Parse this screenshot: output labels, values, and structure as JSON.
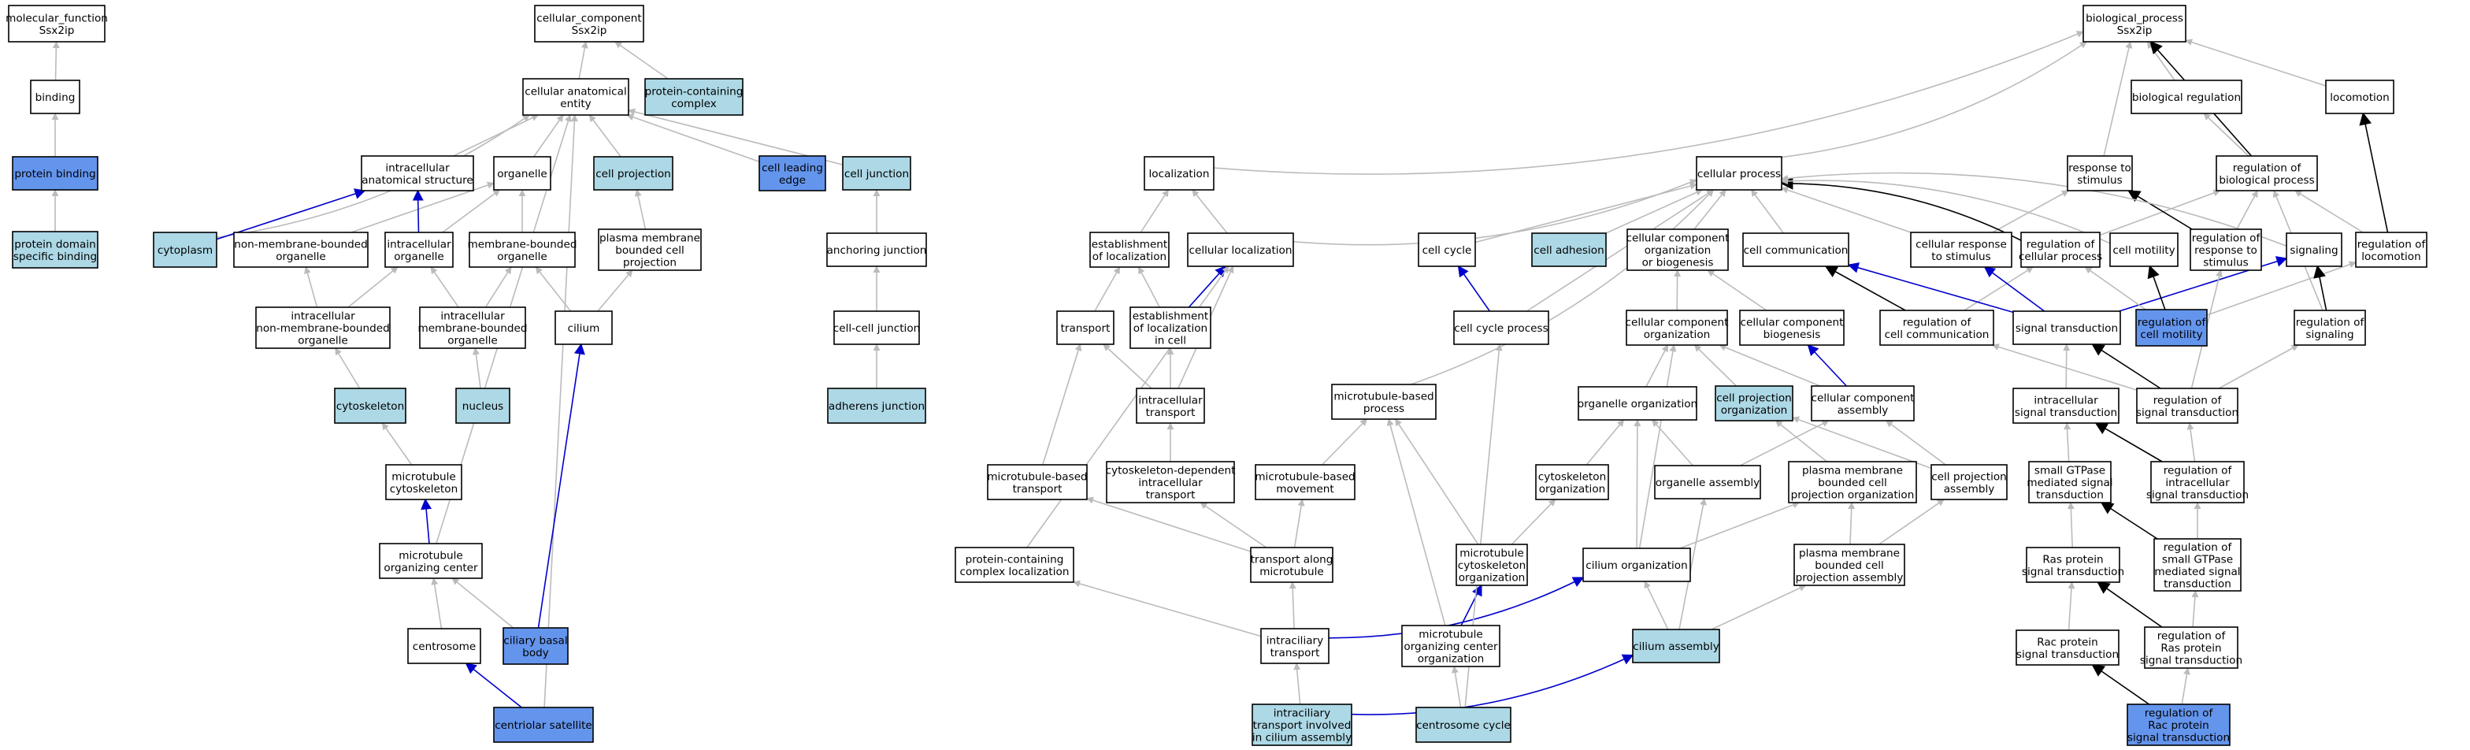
{
  "colors": {
    "node_default": "#ffffff",
    "node_light": "#add8e6",
    "node_highlight": "#6495ed",
    "edge_gray": "#bbbbbb",
    "edge_blue": "#0000cc",
    "edge_black": "#000000"
  },
  "nodes": [
    {
      "id": "mf",
      "lines": [
        "molecular_function",
        "Ssx2ip"
      ],
      "fill": "default"
    },
    {
      "id": "binding",
      "lines": [
        "binding"
      ],
      "fill": "default"
    },
    {
      "id": "protein_binding",
      "lines": [
        "protein binding"
      ],
      "fill": "highlight"
    },
    {
      "id": "pdsb",
      "lines": [
        "protein domain",
        "specific binding"
      ],
      "fill": "light"
    },
    {
      "id": "cc",
      "lines": [
        "cellular_component",
        "Ssx2ip"
      ],
      "fill": "default"
    },
    {
      "id": "pcc",
      "lines": [
        "protein-containing",
        "complex"
      ],
      "fill": "light"
    },
    {
      "id": "cae",
      "lines": [
        "cellular anatomical",
        "entity"
      ],
      "fill": "default"
    },
    {
      "id": "ias",
      "lines": [
        "intracellular",
        "anatomical structure"
      ],
      "fill": "default"
    },
    {
      "id": "organelle",
      "lines": [
        "organelle"
      ],
      "fill": "default"
    },
    {
      "id": "cell_projection",
      "lines": [
        "cell projection"
      ],
      "fill": "light"
    },
    {
      "id": "cle",
      "lines": [
        "cell leading",
        "edge"
      ],
      "fill": "highlight"
    },
    {
      "id": "cell_junction",
      "lines": [
        "cell junction"
      ],
      "fill": "light"
    },
    {
      "id": "cytoplasm",
      "lines": [
        "cytoplasm"
      ],
      "fill": "light"
    },
    {
      "id": "nmbo",
      "lines": [
        "non-membrane-bounded",
        "organelle"
      ],
      "fill": "default"
    },
    {
      "id": "io",
      "lines": [
        "intracellular",
        "organelle"
      ],
      "fill": "default"
    },
    {
      "id": "mbo",
      "lines": [
        "membrane-bounded",
        "organelle"
      ],
      "fill": "default"
    },
    {
      "id": "pmbcp",
      "lines": [
        "plasma membrane",
        "bounded cell",
        "projection"
      ],
      "fill": "default"
    },
    {
      "id": "anch",
      "lines": [
        "anchoring junction"
      ],
      "fill": "default"
    },
    {
      "id": "inmbo",
      "lines": [
        "intracellular",
        "non-membrane-bounded",
        "organelle"
      ],
      "fill": "default"
    },
    {
      "id": "imbo",
      "lines": [
        "intracellular",
        "membrane-bounded",
        "organelle"
      ],
      "fill": "default"
    },
    {
      "id": "cilium",
      "lines": [
        "cilium"
      ],
      "fill": "default"
    },
    {
      "id": "ccj",
      "lines": [
        "cell-cell junction"
      ],
      "fill": "default"
    },
    {
      "id": "cytoskeleton",
      "lines": [
        "cytoskeleton"
      ],
      "fill": "light"
    },
    {
      "id": "nucleus",
      "lines": [
        "nucleus"
      ],
      "fill": "light"
    },
    {
      "id": "adh",
      "lines": [
        "adherens junction"
      ],
      "fill": "light"
    },
    {
      "id": "mtcs",
      "lines": [
        "microtubule",
        "cytoskeleton"
      ],
      "fill": "default"
    },
    {
      "id": "mtoc",
      "lines": [
        "microtubule",
        "organizing center"
      ],
      "fill": "default"
    },
    {
      "id": "centrosome",
      "lines": [
        "centrosome"
      ],
      "fill": "default"
    },
    {
      "id": "cbb",
      "lines": [
        "ciliary basal",
        "body"
      ],
      "fill": "highlight"
    },
    {
      "id": "csat",
      "lines": [
        "centriolar satellite"
      ],
      "fill": "highlight"
    },
    {
      "id": "bp",
      "lines": [
        "biological_process",
        "Ssx2ip"
      ],
      "fill": "default"
    },
    {
      "id": "bio_reg",
      "lines": [
        "biological regulation"
      ],
      "fill": "default"
    },
    {
      "id": "locomotion",
      "lines": [
        "locomotion"
      ],
      "fill": "default"
    },
    {
      "id": "localization",
      "lines": [
        "localization"
      ],
      "fill": "default"
    },
    {
      "id": "cellular_process",
      "lines": [
        "cellular process"
      ],
      "fill": "default"
    },
    {
      "id": "rts",
      "lines": [
        "response to",
        "stimulus"
      ],
      "fill": "default"
    },
    {
      "id": "rbp",
      "lines": [
        "regulation of",
        "biological process"
      ],
      "fill": "default"
    },
    {
      "id": "eol",
      "lines": [
        "establishment",
        "of localization"
      ],
      "fill": "default"
    },
    {
      "id": "cell_loc",
      "lines": [
        "cellular localization"
      ],
      "fill": "default"
    },
    {
      "id": "cell_cycle",
      "lines": [
        "cell cycle"
      ],
      "fill": "default"
    },
    {
      "id": "cell_adh",
      "lines": [
        "cell adhesion"
      ],
      "fill": "light"
    },
    {
      "id": "ccob",
      "lines": [
        "cellular component",
        "organization",
        "or biogenesis"
      ],
      "fill": "default"
    },
    {
      "id": "cell_comm",
      "lines": [
        "cell communication"
      ],
      "fill": "default"
    },
    {
      "id": "crs",
      "lines": [
        "cellular response",
        "to stimulus"
      ],
      "fill": "default"
    },
    {
      "id": "rcp",
      "lines": [
        "regulation of",
        "cellular process"
      ],
      "fill": "default"
    },
    {
      "id": "cell_mot",
      "lines": [
        "cell motility"
      ],
      "fill": "default"
    },
    {
      "id": "rrs",
      "lines": [
        "regulation of",
        "response to",
        "stimulus"
      ],
      "fill": "default"
    },
    {
      "id": "signaling",
      "lines": [
        "signaling"
      ],
      "fill": "default"
    },
    {
      "id": "rloc",
      "lines": [
        "regulation of",
        "locomotion"
      ],
      "fill": "default"
    },
    {
      "id": "transport",
      "lines": [
        "transport"
      ],
      "fill": "default"
    },
    {
      "id": "eolc",
      "lines": [
        "establishment",
        "of localization",
        "in cell"
      ],
      "fill": "default"
    },
    {
      "id": "ccp",
      "lines": [
        "cell cycle process"
      ],
      "fill": "default"
    },
    {
      "id": "cco",
      "lines": [
        "cellular component",
        "organization"
      ],
      "fill": "default"
    },
    {
      "id": "ccb",
      "lines": [
        "cellular component",
        "biogenesis"
      ],
      "fill": "default"
    },
    {
      "id": "rcc",
      "lines": [
        "regulation of",
        "cell communication"
      ],
      "fill": "default"
    },
    {
      "id": "sig_trans",
      "lines": [
        "signal transduction"
      ],
      "fill": "default"
    },
    {
      "id": "rcm",
      "lines": [
        "regulation of",
        "cell motility"
      ],
      "fill": "highlight"
    },
    {
      "id": "rsig",
      "lines": [
        "regulation of",
        "signaling"
      ],
      "fill": "default"
    },
    {
      "id": "ic_trans",
      "lines": [
        "intracellular",
        "transport"
      ],
      "fill": "default"
    },
    {
      "id": "mtbp",
      "lines": [
        "microtubule-based",
        "process"
      ],
      "fill": "default"
    },
    {
      "id": "org_org",
      "lines": [
        "organelle organization"
      ],
      "fill": "default"
    },
    {
      "id": "cpo",
      "lines": [
        "cell projection",
        "organization"
      ],
      "fill": "light"
    },
    {
      "id": "cca",
      "lines": [
        "cellular component",
        "assembly"
      ],
      "fill": "default"
    },
    {
      "id": "ist",
      "lines": [
        "intracellular",
        "signal transduction"
      ],
      "fill": "default"
    },
    {
      "id": "rst",
      "lines": [
        "regulation of",
        "signal transduction"
      ],
      "fill": "default"
    },
    {
      "id": "mtbt",
      "lines": [
        "microtubule-based",
        "transport"
      ],
      "fill": "default"
    },
    {
      "id": "cdit",
      "lines": [
        "cytoskeleton-dependent",
        "intracellular",
        "transport"
      ],
      "fill": "default"
    },
    {
      "id": "mtbm",
      "lines": [
        "microtubule-based",
        "movement"
      ],
      "fill": "default"
    },
    {
      "id": "cso",
      "lines": [
        "cytoskeleton",
        "organization"
      ],
      "fill": "default"
    },
    {
      "id": "oa",
      "lines": [
        "organelle assembly"
      ],
      "fill": "default"
    },
    {
      "id": "pmbcpo",
      "lines": [
        "plasma membrane",
        "bounded cell",
        "projection organization"
      ],
      "fill": "default"
    },
    {
      "id": "cpa",
      "lines": [
        "cell projection",
        "assembly"
      ],
      "fill": "default"
    },
    {
      "id": "sgmst",
      "lines": [
        "small GTPase",
        "mediated signal",
        "transduction"
      ],
      "fill": "default"
    },
    {
      "id": "rist",
      "lines": [
        "regulation of",
        "intracellular",
        "signal transduction"
      ],
      "fill": "default"
    },
    {
      "id": "pccl",
      "lines": [
        "protein-containing",
        "complex localization"
      ],
      "fill": "default"
    },
    {
      "id": "tam",
      "lines": [
        "transport along",
        "microtubule"
      ],
      "fill": "default"
    },
    {
      "id": "mtcso",
      "lines": [
        "microtubule",
        "cytoskeleton",
        "organization"
      ],
      "fill": "default"
    },
    {
      "id": "cil_org",
      "lines": [
        "cilium organization"
      ],
      "fill": "default"
    },
    {
      "id": "pmbcpa",
      "lines": [
        "plasma membrane",
        "bounded cell",
        "projection assembly"
      ],
      "fill": "default"
    },
    {
      "id": "ras_st",
      "lines": [
        "Ras protein",
        "signal transduction"
      ],
      "fill": "default"
    },
    {
      "id": "rsgmst",
      "lines": [
        "regulation of",
        "small GTPase",
        "mediated signal",
        "transduction"
      ],
      "fill": "default"
    },
    {
      "id": "ift",
      "lines": [
        "intraciliary",
        "transport"
      ],
      "fill": "default"
    },
    {
      "id": "mtoco",
      "lines": [
        "microtubule",
        "organizing center",
        "organization"
      ],
      "fill": "default"
    },
    {
      "id": "cil_asm",
      "lines": [
        "cilium assembly"
      ],
      "fill": "light"
    },
    {
      "id": "rac_st",
      "lines": [
        "Rac protein",
        "signal transduction"
      ],
      "fill": "default"
    },
    {
      "id": "rras",
      "lines": [
        "regulation of",
        "Ras protein",
        "signal transduction"
      ],
      "fill": "default"
    },
    {
      "id": "itica",
      "lines": [
        "intraciliary",
        "transport involved",
        "in cilium assembly"
      ],
      "fill": "light"
    },
    {
      "id": "csc",
      "lines": [
        "centrosome cycle"
      ],
      "fill": "light"
    },
    {
      "id": "rrac",
      "lines": [
        "regulation of",
        "Rac protein",
        "signal transduction"
      ],
      "fill": "highlight"
    }
  ],
  "edges": [
    [
      "binding",
      "mf",
      "gray"
    ],
    [
      "protein_binding",
      "binding",
      "gray"
    ],
    [
      "pdsb",
      "protein_binding",
      "gray"
    ],
    [
      "pcc",
      "cc",
      "gray"
    ],
    [
      "cae",
      "cc",
      "gray"
    ],
    [
      "ias",
      "cae",
      "gray"
    ],
    [
      "organelle",
      "cae",
      "gray"
    ],
    [
      "cell_projection",
      "cae",
      "gray"
    ],
    [
      "cle",
      "cae",
      "gray"
    ],
    [
      "cell_junction",
      "cae",
      "gray"
    ],
    [
      "cytoplasm",
      "cae",
      "gray"
    ],
    [
      "cytoplasm",
      "ias",
      "blue"
    ],
    [
      "csat",
      "cae",
      "gray"
    ],
    [
      "mtoc",
      "cae",
      "gray"
    ],
    [
      "nmbo",
      "organelle",
      "gray"
    ],
    [
      "io",
      "organelle",
      "gray"
    ],
    [
      "io",
      "ias",
      "blue"
    ],
    [
      "mbo",
      "organelle",
      "gray"
    ],
    [
      "pmbcp",
      "cell_projection",
      "gray"
    ],
    [
      "anch",
      "cell_junction",
      "gray"
    ],
    [
      "inmbo",
      "nmbo",
      "gray"
    ],
    [
      "inmbo",
      "io",
      "gray"
    ],
    [
      "imbo",
      "io",
      "gray"
    ],
    [
      "imbo",
      "mbo",
      "gray"
    ],
    [
      "cilium",
      "mbo",
      "gray"
    ],
    [
      "cilium",
      "pmbcp",
      "gray"
    ],
    [
      "ccj",
      "anch",
      "gray"
    ],
    [
      "cytoskeleton",
      "inmbo",
      "gray"
    ],
    [
      "nucleus",
      "imbo",
      "gray"
    ],
    [
      "adh",
      "ccj",
      "gray"
    ],
    [
      "mtcs",
      "cytoskeleton",
      "gray"
    ],
    [
      "mtoc",
      "mtcs",
      "blue"
    ],
    [
      "centrosome",
      "mtoc",
      "gray"
    ],
    [
      "cbb",
      "mtoc",
      "gray"
    ],
    [
      "cbb",
      "cilium",
      "blue"
    ],
    [
      "csat",
      "centrosome",
      "blue"
    ],
    [
      "bio_reg",
      "bp",
      "gray"
    ],
    [
      "locomotion",
      "bp",
      "gray"
    ],
    [
      "localization",
      "bp",
      "gray"
    ],
    [
      "cellular_process",
      "bp",
      "gray"
    ],
    [
      "rts",
      "bp",
      "gray"
    ],
    [
      "rbp",
      "bio_reg",
      "gray"
    ],
    [
      "rbp",
      "bp",
      "black"
    ],
    [
      "eol",
      "localization",
      "gray"
    ],
    [
      "cell_loc",
      "localization",
      "gray"
    ],
    [
      "cell_loc",
      "cellular_process",
      "gray"
    ],
    [
      "cell_cycle",
      "cellular_process",
      "gray"
    ],
    [
      "cell_adh",
      "cellular_process",
      "gray"
    ],
    [
      "ccob",
      "cellular_process",
      "gray"
    ],
    [
      "cell_comm",
      "cellular_process",
      "gray"
    ],
    [
      "crs",
      "cellular_process",
      "gray"
    ],
    [
      "crs",
      "rts",
      "gray"
    ],
    [
      "rcp",
      "cellular_process",
      "black"
    ],
    [
      "rcp",
      "rbp",
      "gray"
    ],
    [
      "cell_mot",
      "cellular_process",
      "gray"
    ],
    [
      "rrs",
      "rts",
      "black"
    ],
    [
      "rrs",
      "rbp",
      "gray"
    ],
    [
      "signaling",
      "cellular_process",
      "gray"
    ],
    [
      "rloc",
      "locomotion",
      "black"
    ],
    [
      "rloc",
      "rbp",
      "gray"
    ],
    [
      "transport",
      "eol",
      "gray"
    ],
    [
      "eolc",
      "eol",
      "gray"
    ],
    [
      "eolc",
      "cell_loc",
      "blue"
    ],
    [
      "ccp",
      "cell_cycle",
      "blue"
    ],
    [
      "ccp",
      "cellular_process",
      "gray"
    ],
    [
      "cco",
      "ccob",
      "gray"
    ],
    [
      "ccb",
      "ccob",
      "gray"
    ],
    [
      "rcc",
      "cell_comm",
      "black"
    ],
    [
      "rcc",
      "rcp",
      "gray"
    ],
    [
      "sig_trans",
      "crs",
      "blue"
    ],
    [
      "sig_trans",
      "cell_comm",
      "blue"
    ],
    [
      "sig_trans",
      "signaling",
      "blue"
    ],
    [
      "rcm",
      "cell_mot",
      "black"
    ],
    [
      "rcm",
      "rloc",
      "gray"
    ],
    [
      "rcm",
      "rcp",
      "gray"
    ],
    [
      "rsig",
      "signaling",
      "black"
    ],
    [
      "rsig",
      "rbp",
      "gray"
    ],
    [
      "ic_trans",
      "transport",
      "gray"
    ],
    [
      "ic_trans",
      "eolc",
      "gray"
    ],
    [
      "ic_trans",
      "cell_loc",
      "gray"
    ],
    [
      "mtbp",
      "cellular_process",
      "gray"
    ],
    [
      "org_org",
      "cco",
      "gray"
    ],
    [
      "cpo",
      "cco",
      "gray"
    ],
    [
      "cca",
      "cco",
      "gray"
    ],
    [
      "cca",
      "ccb",
      "blue"
    ],
    [
      "ist",
      "sig_trans",
      "gray"
    ],
    [
      "rst",
      "sig_trans",
      "black"
    ],
    [
      "rst",
      "rsig",
      "gray"
    ],
    [
      "rst",
      "rcc",
      "gray"
    ],
    [
      "rst",
      "rrs",
      "gray"
    ],
    [
      "mtbt",
      "transport",
      "gray"
    ],
    [
      "cdit",
      "ic_trans",
      "gray"
    ],
    [
      "mtbm",
      "mtbp",
      "gray"
    ],
    [
      "cso",
      "org_org",
      "gray"
    ],
    [
      "oa",
      "org_org",
      "gray"
    ],
    [
      "oa",
      "cca",
      "gray"
    ],
    [
      "pmbcpo",
      "cpo",
      "gray"
    ],
    [
      "cpa",
      "cpo",
      "gray"
    ],
    [
      "cpa",
      "cca",
      "gray"
    ],
    [
      "sgmst",
      "ist",
      "gray"
    ],
    [
      "rist",
      "ist",
      "black"
    ],
    [
      "rist",
      "rst",
      "gray"
    ],
    [
      "pccl",
      "cell_loc",
      "gray"
    ],
    [
      "tam",
      "mtbt",
      "gray"
    ],
    [
      "tam",
      "cdit",
      "gray"
    ],
    [
      "tam",
      "mtbm",
      "gray"
    ],
    [
      "mtcso",
      "cso",
      "gray"
    ],
    [
      "mtcso",
      "mtbp",
      "gray"
    ],
    [
      "cil_org",
      "org_org",
      "gray"
    ],
    [
      "cil_org",
      "pmbcpo",
      "gray"
    ],
    [
      "cil_org",
      "cco",
      "gray"
    ],
    [
      "pmbcpa",
      "pmbcpo",
      "gray"
    ],
    [
      "pmbcpa",
      "cpa",
      "gray"
    ],
    [
      "ras_st",
      "sgmst",
      "gray"
    ],
    [
      "rsgmst",
      "sgmst",
      "black"
    ],
    [
      "rsgmst",
      "rist",
      "gray"
    ],
    [
      "ift",
      "pccl",
      "gray"
    ],
    [
      "ift",
      "tam",
      "gray"
    ],
    [
      "ift",
      "cil_org",
      "blue"
    ],
    [
      "mtoco",
      "mtcso",
      "blue"
    ],
    [
      "mtoco",
      "mtbp",
      "gray"
    ],
    [
      "cil_asm",
      "oa",
      "gray"
    ],
    [
      "cil_asm",
      "pmbcpa",
      "gray"
    ],
    [
      "cil_asm",
      "cil_org",
      "gray"
    ],
    [
      "rac_st",
      "ras_st",
      "gray"
    ],
    [
      "rras",
      "ras_st",
      "black"
    ],
    [
      "rras",
      "rsgmst",
      "gray"
    ],
    [
      "itica",
      "ift",
      "gray"
    ],
    [
      "itica",
      "cil_asm",
      "blue"
    ],
    [
      "csc",
      "mtoco",
      "gray"
    ],
    [
      "csc",
      "ccp",
      "gray"
    ],
    [
      "rrac",
      "rac_st",
      "black"
    ],
    [
      "rrac",
      "rras",
      "gray"
    ]
  ]
}
